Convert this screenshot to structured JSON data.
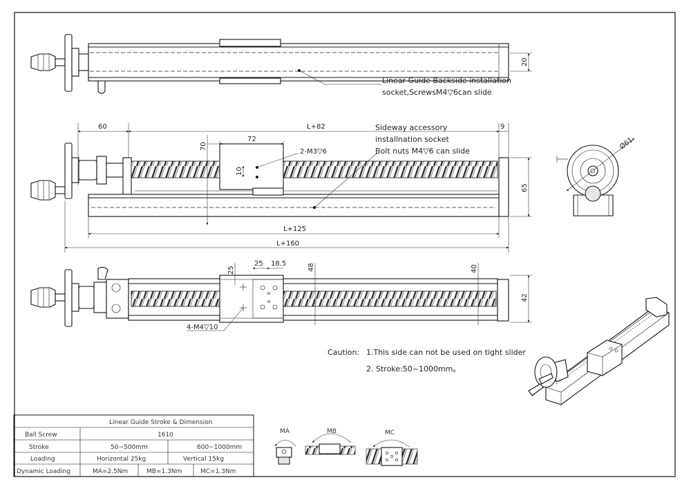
{
  "views": {
    "top": {
      "dim_height": "20",
      "note_line1": "Linear Guide Backside installation",
      "note_line2": "socket,ScrewsM4▽6can slide"
    },
    "front": {
      "dim_left": "60",
      "dim_length": "L+82",
      "dim_right": "9",
      "dim_carriage_width": "72",
      "dim_carriage_offset": "70",
      "dim_hole_spacing": "10",
      "hole_callout": "2-M3▽6",
      "dim_height": "65",
      "dim_rail_length": "L+125",
      "dim_overall_length": "L+160",
      "note_line1": "Sideway accessory",
      "note_line2": "installnation socket",
      "note_line3": "Bolt nuts M4▽6 can slide"
    },
    "end": {
      "diameter": "Ø61"
    },
    "bottom": {
      "dim_a": "25",
      "dim_b": "25",
      "dim_c": "18.5",
      "dim_d": "48",
      "dim_e": "40",
      "dim_height": "42",
      "hole_callout": "4-M4▽10"
    }
  },
  "caution": {
    "label": "Caution:",
    "line1": "1.This side can not be used on tight slider",
    "line2": "2. Stroke:50~1000mm。"
  },
  "spec_table": {
    "title": "Linear Guide Stroke & Dimension",
    "rows": [
      {
        "label": "Ball Screw",
        "col1": "1610",
        "col2": ""
      },
      {
        "label": "Stroke",
        "col1": "50~500mm",
        "col2": "600~1000mm"
      },
      {
        "label": "Loading",
        "col1": "Horizontal 25kg",
        "col2": "Vertical 15kg"
      },
      {
        "label": "Dynamic Loading",
        "col1": "MA=2.5Nm",
        "col2": "MB=1.3Nm",
        "col3": "MC=1.3Nm"
      }
    ]
  },
  "moments": {
    "ma": "MA",
    "mb": "MB",
    "mc": "MC"
  }
}
